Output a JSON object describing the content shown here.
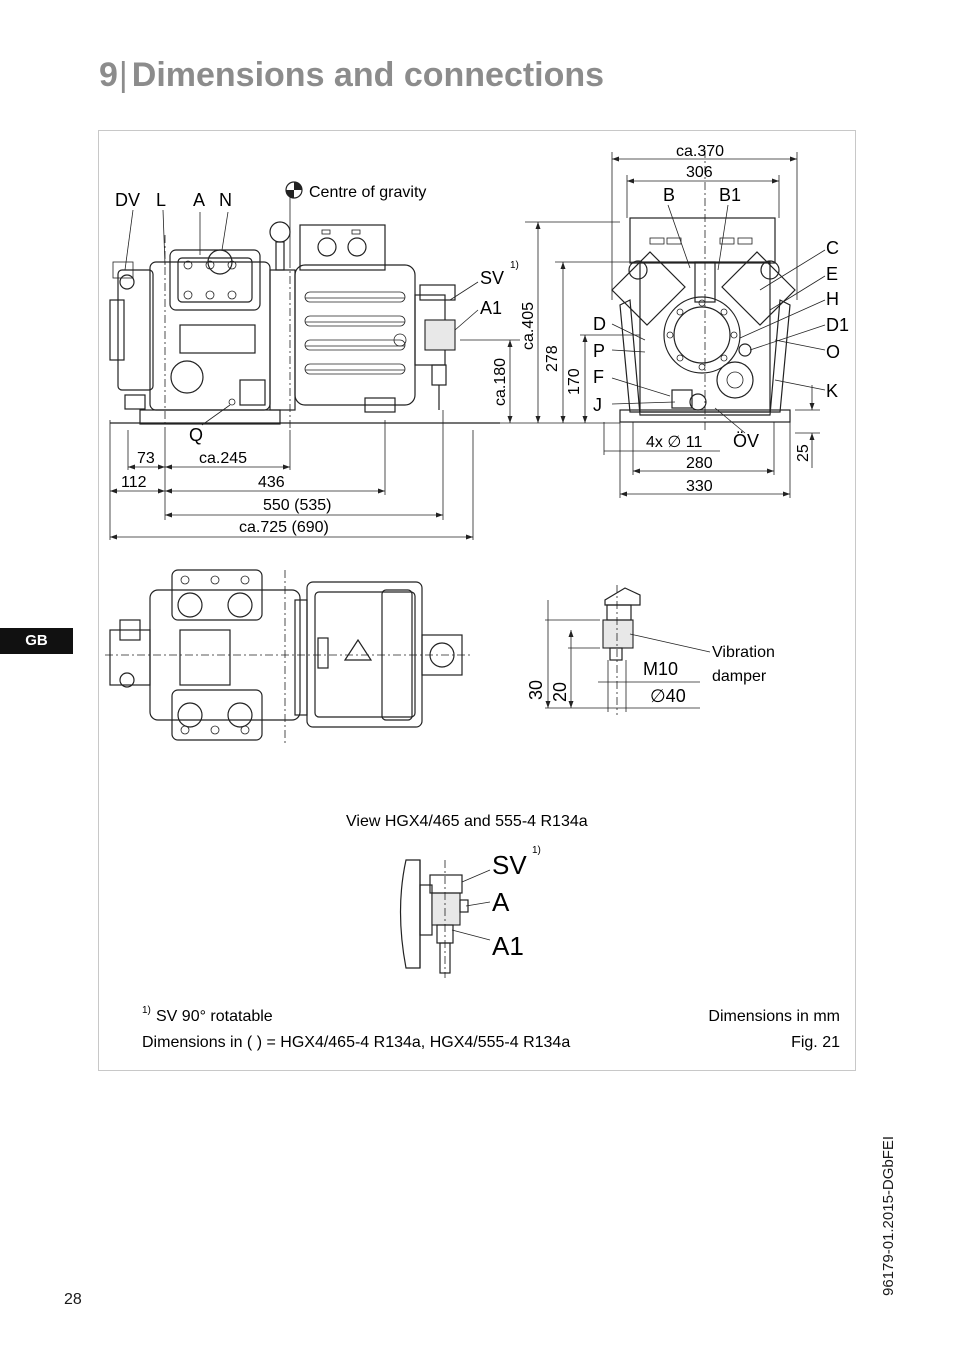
{
  "header": {
    "section_number": "9",
    "title": "Dimensions and connections"
  },
  "side_tab": "GB",
  "page_number": "28",
  "doc_id": "96179-01.2015-DGbFEI",
  "side_view": {
    "labels": {
      "dv": "DV",
      "l": "L",
      "a": "A",
      "n": "N",
      "sv": "SV",
      "sv_note": "1)",
      "a1": "A1",
      "q": "Q"
    },
    "centre_of_gravity": "Centre of gravity",
    "dims": {
      "d73": "73",
      "d245": "ca.245",
      "d112": "112",
      "d436": "436",
      "d550": "550 (535)",
      "d725": "ca.725 (690)",
      "d180": "ca.180",
      "d405": "ca.405"
    }
  },
  "front_view": {
    "labels": {
      "b": "B",
      "b1": "B1",
      "c": "C",
      "e": "E",
      "h": "H",
      "d1": "D1",
      "o": "O",
      "k": "K",
      "d": "D",
      "p": "P",
      "f": "F",
      "j": "J",
      "ov": "ÖV"
    },
    "dims": {
      "d370": "ca.370",
      "d306": "306",
      "d278": "278",
      "d170": "170",
      "d4x11": "4x ∅ 11",
      "d280": "280",
      "d330": "330",
      "d25": "25"
    }
  },
  "damper": {
    "label_line1": "Vibration",
    "label_line2": "damper",
    "m10": "M10",
    "d40": "∅40",
    "d30": "30",
    "d20": "20"
  },
  "view_caption": "View HGX4/465 and 555-4 R134a",
  "detail_labels": {
    "sv": "SV",
    "sv_note": "1)",
    "a": "A",
    "a1": "A1"
  },
  "footnote": {
    "marker": "1)",
    "line1": "SV 90° rotatable",
    "line2": "Dimensions in ( ) = HGX4/465-4 R134a, HGX4/555-4 R134a"
  },
  "units_note": "Dimensions in mm",
  "figure_ref": "Fig. 21"
}
